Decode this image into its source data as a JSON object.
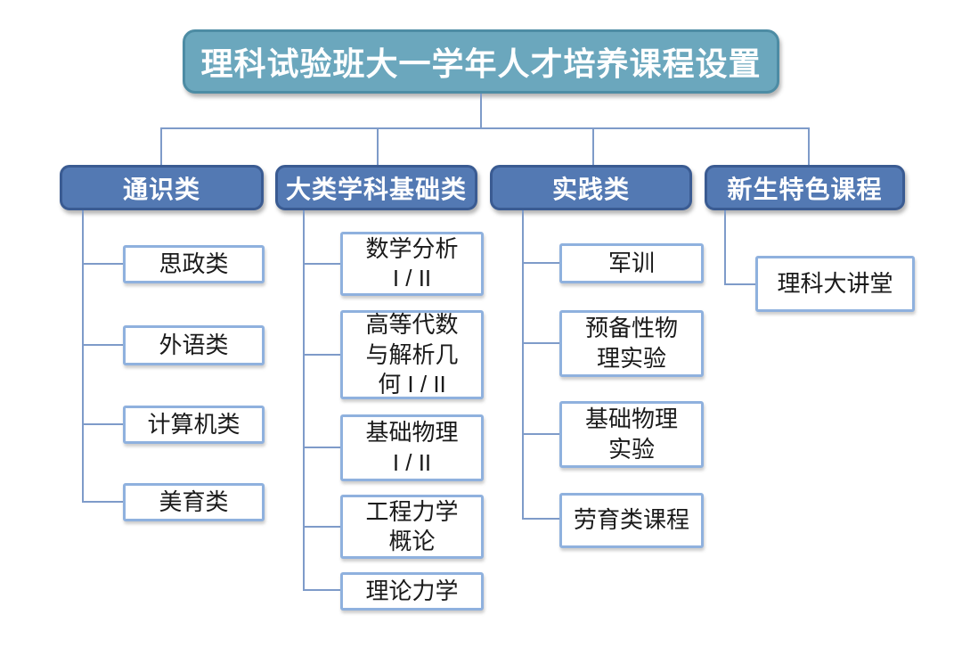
{
  "title": {
    "text": "理科试验班大一学年人才培养课程设置"
  },
  "colors": {
    "title_fill": "#6BA7BD",
    "title_border": "#4D8CA4",
    "header_fill": "#5379B3",
    "header_border": "#3A5B92",
    "child_border": "#8FB1DE",
    "connector": "#7E9BC9",
    "text_light": "#FFFFFF",
    "text_dark": "#1A1A1A"
  },
  "branches": [
    {
      "label": "通识类",
      "children": [
        "思政类",
        "外语类",
        "计算机类",
        "美育类"
      ]
    },
    {
      "label": "大类学科基础类",
      "children": [
        "数学分析\nI / II",
        "高等代数\n与解析几\n何 I / II",
        "基础物理\nI / II",
        "工程力学\n概论",
        "理论力学"
      ]
    },
    {
      "label": "实践类",
      "children": [
        "军训",
        "预备性物\n理实验",
        "基础物理\n实验",
        "劳育类课程"
      ]
    },
    {
      "label": "新生特色课程",
      "children": [
        "理科大讲堂"
      ]
    }
  ]
}
